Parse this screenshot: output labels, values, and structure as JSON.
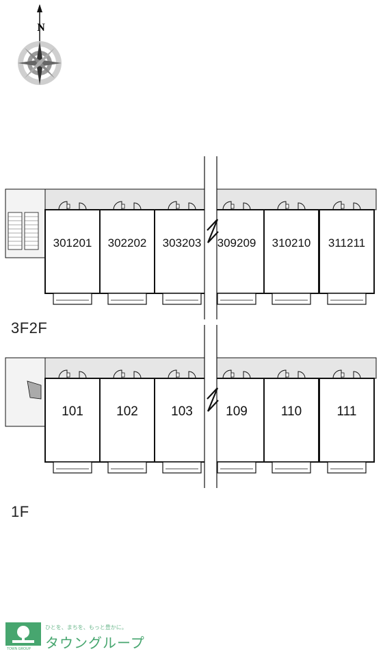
{
  "compass": {
    "north_label": "N"
  },
  "floors": [
    {
      "label": "3F2F",
      "units": [
        {
          "lower": "301",
          "upper": "201"
        },
        {
          "lower": "302",
          "upper": "202"
        },
        {
          "lower": "303",
          "upper": "203"
        },
        {
          "lower": "309",
          "upper": "209"
        },
        {
          "lower": "310",
          "upper": "210"
        },
        {
          "lower": "311",
          "upper": "211"
        }
      ],
      "unit_labels": [
        "301201",
        "302202",
        "303203",
        "309209",
        "310210",
        "311211"
      ]
    },
    {
      "label": "1F",
      "units": [
        {
          "lower": "101"
        },
        {
          "lower": "102"
        },
        {
          "lower": "103"
        },
        {
          "lower": "109"
        },
        {
          "lower": "110"
        },
        {
          "lower": "111"
        }
      ],
      "unit_labels": [
        "101",
        "102",
        "103",
        "109",
        "110",
        "111"
      ]
    }
  ],
  "brand": {
    "tagline": "ひとを、まちを、もっと豊かに。",
    "name": "タウングループ",
    "mark_caption": "TOWN GROUP"
  },
  "colors": {
    "line": "#111111",
    "corridor": "#e6e6e6",
    "brand_green": "#47a66f"
  }
}
